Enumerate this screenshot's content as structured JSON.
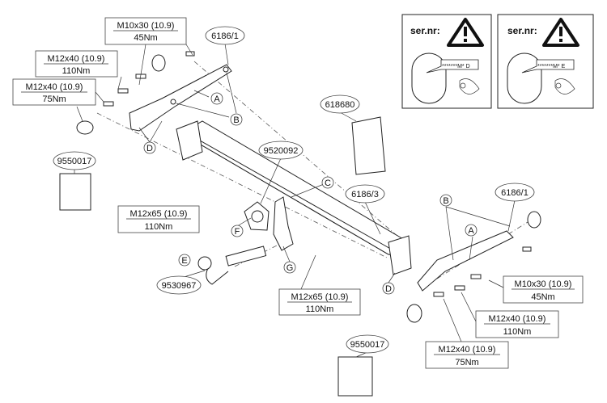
{
  "warning_panels": [
    {
      "label": "ser.nr:",
      "plate_text": "*******M* D"
    },
    {
      "label": "ser.nr:",
      "plate_text": "*******M* E"
    }
  ],
  "bolt_specs": {
    "left_m10": {
      "size": "M10x30 (10.9)",
      "torque": "45Nm"
    },
    "left_m12_upper": {
      "size": "M12x40 (10.9)",
      "torque": "110Nm"
    },
    "left_m12_lower": {
      "size": "M12x40 (10.9)",
      "torque": "75Nm"
    },
    "center_left_m12x65": {
      "size": "M12x65 (10.9)",
      "torque": "110Nm"
    },
    "center_m12x65": {
      "size": "M12x65 (10.9)",
      "torque": "110Nm"
    },
    "right_m10": {
      "size": "M10x30 (10.9)",
      "torque": "45Nm"
    },
    "right_m12_upper": {
      "size": "M12x40 (10.9)",
      "torque": "110Nm"
    },
    "right_m12_lower": {
      "size": "M12x40 (10.9)",
      "torque": "75Nm"
    }
  },
  "part_numbers": {
    "left_bracket": "6186/1",
    "right_bracket": "6186/1",
    "crossbar": "6186/3",
    "sticker": "618680",
    "socket_plate": "9520092",
    "ball": "9530967",
    "spacer_left": "9550017",
    "spacer_bottom": "9550017"
  },
  "callouts": {
    "a": "A",
    "b": "B",
    "c": "C",
    "d": "D",
    "e": "E",
    "f": "F",
    "g": "G"
  }
}
